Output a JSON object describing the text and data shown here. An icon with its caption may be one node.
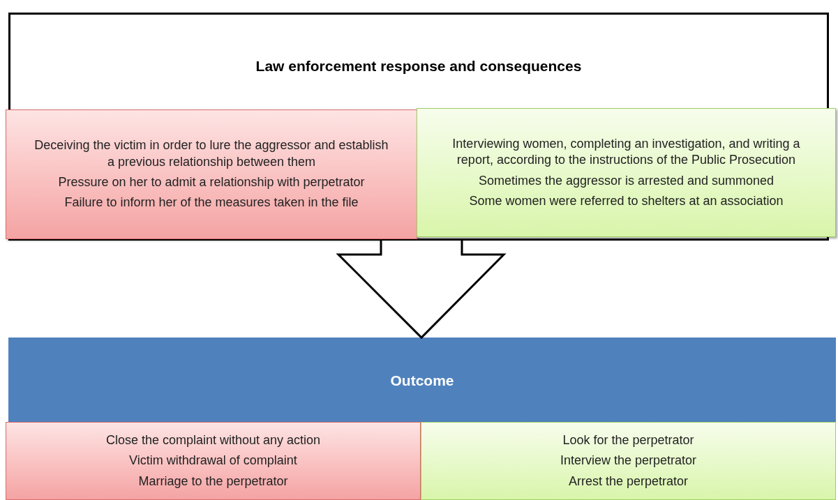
{
  "diagram": {
    "nodes": [
      {
        "text": [
          "Law enforcement response and consequences"
        ]
      },
      {
        "text": [
          "Deceiving the victim in order to lure the aggressor and establish a previous relationship between them",
          "Pressure on her to admit a relationship with perpetrator",
          "Failure to inform her of the measures taken in the file"
        ],
        "in": 0
      },
      {
        "text": [
          "Interviewing women, completing an investigation, and writing a report, according to the instructions of the Public Prosecution",
          "Sometimes the aggressor is arrested and summoned",
          "Some women were referred to shelters at an association"
        ],
        "in": 0
      },
      {
        "text": [
          "Outcome"
        ]
      },
      {
        "text": [
          "Close the complaint without any action",
          "Victim withdrawal of complaint",
          "Marriage to the perpetrator"
        ],
        "in": 3
      },
      {
        "text": [
          "Look for the perpetrator",
          "Interview the perpetrator",
          "Arrest the perpetrator"
        ],
        "in": 3
      }
    ],
    "edges": [
      {
        "from": 0,
        "to": 3,
        "arrow": "to",
        "style": "thick"
      }
    ]
  }
}
